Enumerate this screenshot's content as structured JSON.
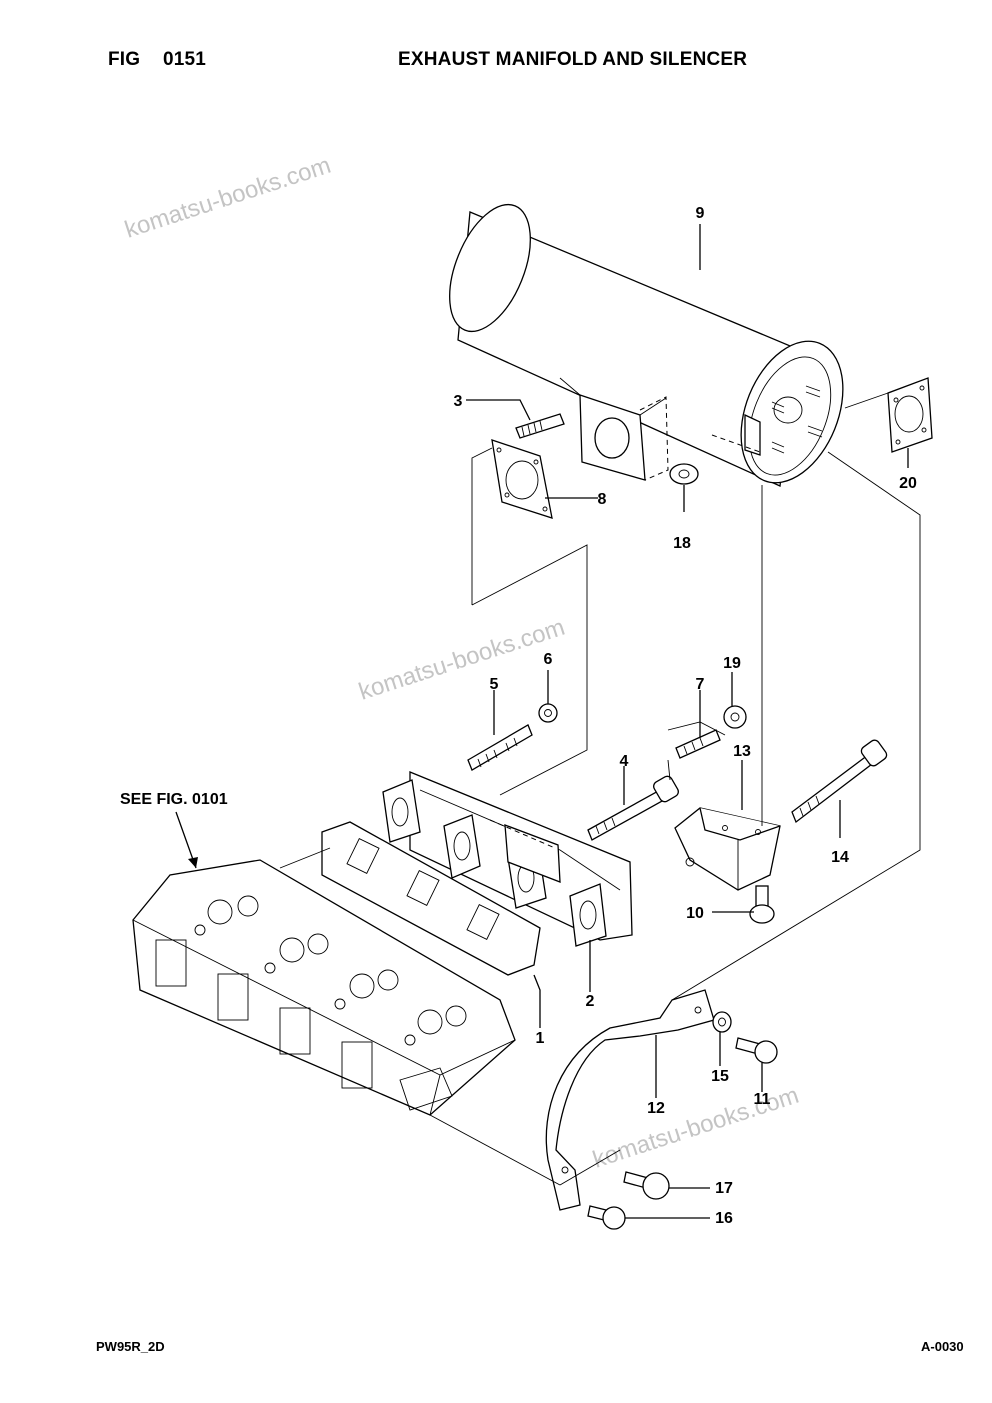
{
  "header": {
    "fig_label": "FIG",
    "fig_number": "0151",
    "title": "EXHAUST MANIFOLD AND SILENCER"
  },
  "footer": {
    "model": "PW95R_2D",
    "doc_ref": "A-0030"
  },
  "reference_note": "SEE FIG. 0101",
  "watermark": "komatsu-books.com",
  "callouts": [
    "1",
    "2",
    "3",
    "4",
    "5",
    "6",
    "7",
    "8",
    "9",
    "10",
    "11",
    "12",
    "13",
    "14",
    "15",
    "16",
    "17",
    "18",
    "19",
    "20"
  ]
}
